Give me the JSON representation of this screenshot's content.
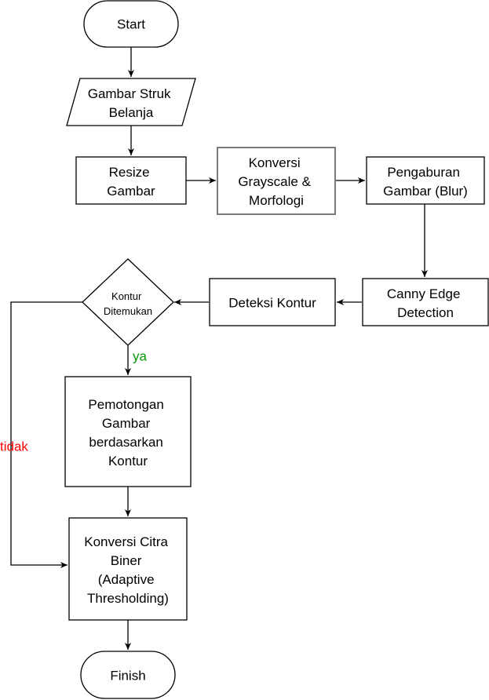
{
  "nodes": {
    "start": {
      "text": "Start"
    },
    "input": {
      "lines": [
        "Gambar Struk",
        "Belanja"
      ]
    },
    "resize": {
      "lines": [
        "Resize",
        "Gambar"
      ]
    },
    "grayscale": {
      "lines": [
        "Konversi",
        "Grayscale &",
        "Morfologi"
      ]
    },
    "blur": {
      "lines": [
        "Pengaburan",
        "Gambar (Blur)"
      ]
    },
    "canny": {
      "lines": [
        "Canny Edge",
        "Detection"
      ]
    },
    "deteksi": {
      "text": "Deteksi Kontur"
    },
    "decision": {
      "lines": [
        "Kontur",
        "Ditemukan"
      ]
    },
    "crop": {
      "lines": [
        "Pemotongan",
        "Gambar",
        "berdasarkan",
        "Kontur"
      ]
    },
    "biner": {
      "lines": [
        "Konversi Citra",
        "Biner",
        "(Adaptive",
        "Thresholding)"
      ]
    },
    "finish": {
      "text": "Finish"
    }
  },
  "edge_labels": {
    "yes": {
      "text": "ya",
      "color": "#009900"
    },
    "no": {
      "text": "tidak",
      "color": "#ff0000"
    }
  },
  "colors": {
    "stroke": "#000000",
    "highlight_border": "#7a7a7a"
  }
}
